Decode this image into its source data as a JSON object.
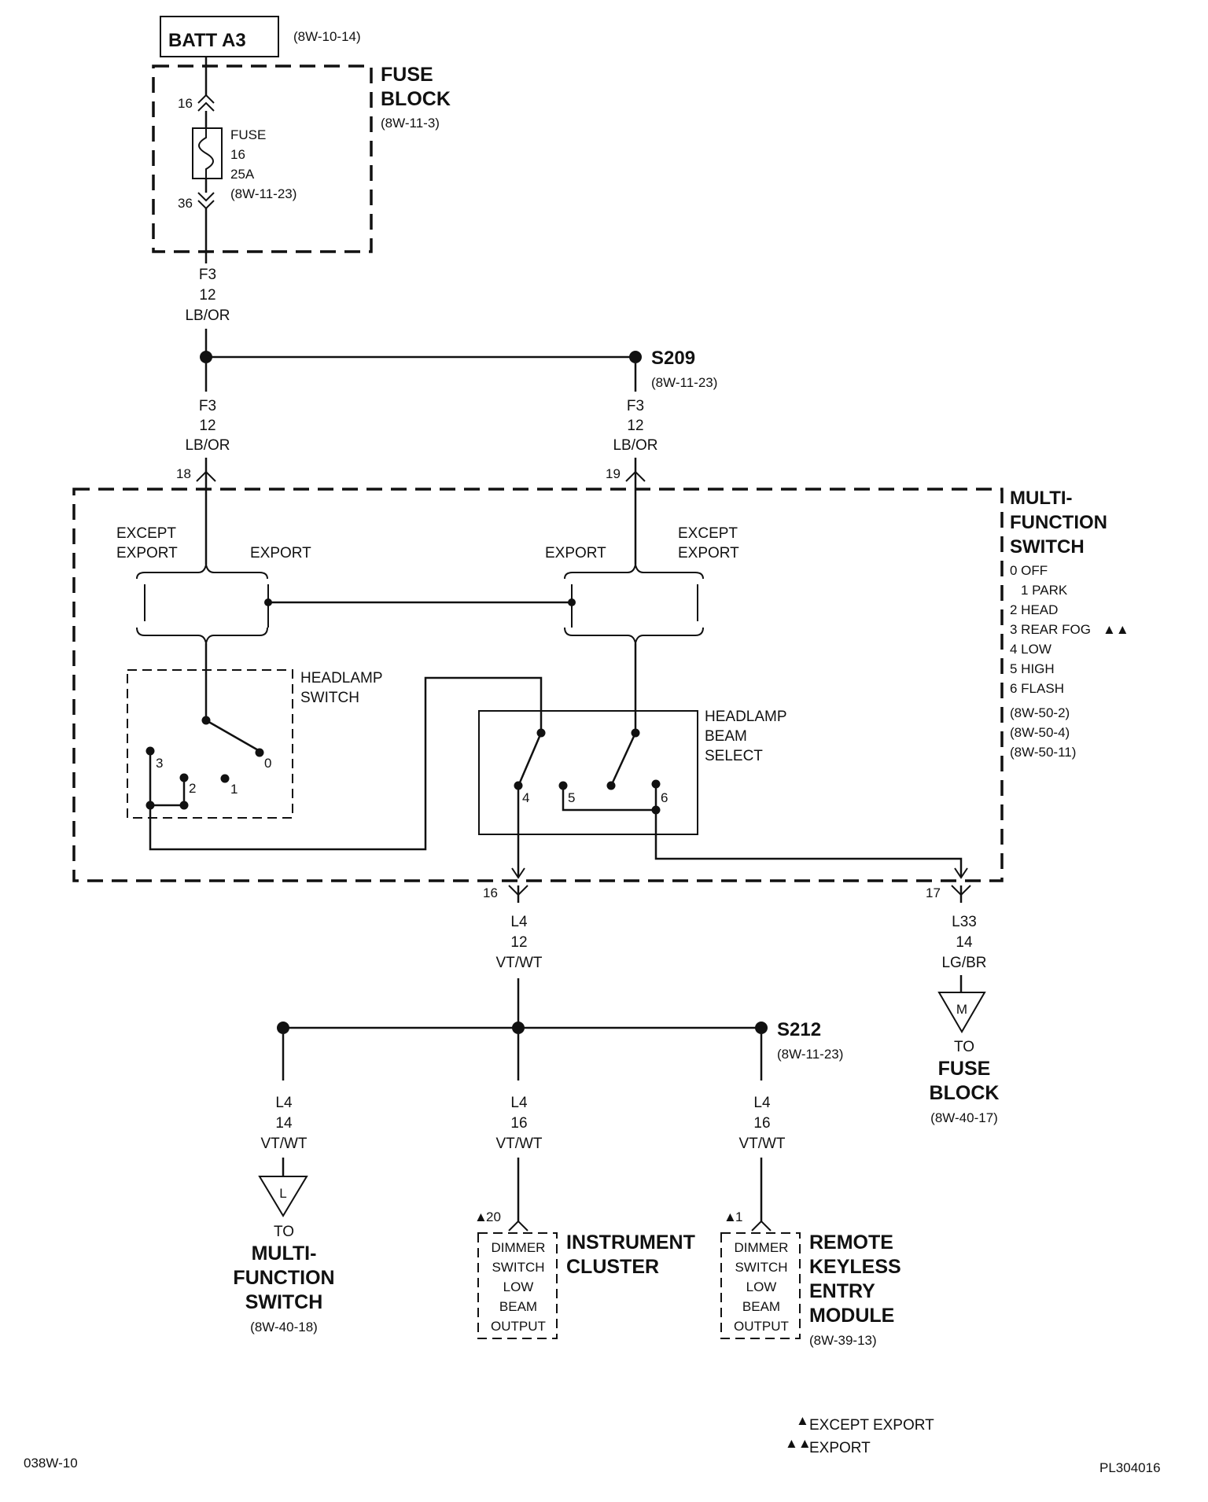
{
  "batt": {
    "label": "BATT A3",
    "ref": "(8W-10-14)"
  },
  "fuse_block": {
    "title1": "FUSE",
    "title2": "BLOCK",
    "ref": "(8W-11-3)",
    "pin_top": "16",
    "pin_bottom": "36",
    "fuse_l1": "FUSE",
    "fuse_l2": "16",
    "fuse_l3": "25A",
    "fuse_l4": "(8W-11-23)"
  },
  "wire_f3_a": {
    "circuit": "F3",
    "gauge": "12",
    "color": "LB/OR"
  },
  "splice_s209": {
    "name": "S209",
    "ref": "(8W-11-23)"
  },
  "wire_f3_left": {
    "circuit": "F3",
    "gauge": "12",
    "color": "LB/OR",
    "pin": "18"
  },
  "wire_f3_right": {
    "circuit": "F3",
    "gauge": "12",
    "color": "LB/OR",
    "pin": "19"
  },
  "mfs": {
    "title1": "MULTI-",
    "title2": "FUNCTION",
    "title3": "SWITCH",
    "positions": [
      "0 OFF",
      "1 PARK",
      "2 HEAD",
      "3 REAR FOG",
      "4 LOW",
      "5 HIGH",
      "6 FLASH"
    ],
    "export_marker": "▲▲",
    "refs": [
      "(8W-50-2)",
      "(8W-50-4)",
      "(8W-50-11)"
    ]
  },
  "options": {
    "except_export_l1": "EXCEPT",
    "except_export_l2": "EXPORT",
    "export": "EXPORT"
  },
  "headlamp_switch": {
    "label1": "HEADLAMP",
    "label2": "SWITCH",
    "c0": "0",
    "c1": "1",
    "c2": "2",
    "c3": "3"
  },
  "beam_select": {
    "label1": "HEADLAMP",
    "label2": "BEAM",
    "label3": "SELECT",
    "c4": "4",
    "c5": "5",
    "c6": "6"
  },
  "pin16": "16",
  "pin17": "17",
  "wire_l4_main": {
    "circuit": "L4",
    "gauge": "12",
    "color": "VT/WT"
  },
  "wire_l33": {
    "circuit": "L33",
    "gauge": "14",
    "color": "LG/BR"
  },
  "to_fuse_block": {
    "marker": "M",
    "to": "TO",
    "name1": "FUSE",
    "name2": "BLOCK",
    "ref": "(8W-40-17)"
  },
  "splice_s212": {
    "name": "S212",
    "ref": "(8W-11-23)"
  },
  "wire_l4_left": {
    "circuit": "L4",
    "gauge": "14",
    "color": "VT/WT"
  },
  "wire_l4_mid": {
    "circuit": "L4",
    "gauge": "16",
    "color": "VT/WT"
  },
  "wire_l4_right": {
    "circuit": "L4",
    "gauge": "16",
    "color": "VT/WT"
  },
  "to_mfs": {
    "marker": "L",
    "to": "TO",
    "name1": "MULTI-",
    "name2": "FUNCTION",
    "name3": "SWITCH",
    "ref": "(8W-40-18)"
  },
  "cluster": {
    "pin": "20",
    "marker": "▲",
    "box": [
      "DIMMER",
      "SWITCH",
      "LOW",
      "BEAM",
      "OUTPUT"
    ],
    "name1": "INSTRUMENT",
    "name2": "CLUSTER"
  },
  "keyless": {
    "pin": "1",
    "marker": "▲",
    "box": [
      "DIMMER",
      "SWITCH",
      "LOW",
      "BEAM",
      "OUTPUT"
    ],
    "name1": "REMOTE",
    "name2": "KEYLESS",
    "name3": "ENTRY",
    "name4": "MODULE",
    "ref": "(8W-39-13)"
  },
  "legend": {
    "except_marker": "▲",
    "except_text": "EXCEPT EXPORT",
    "export_marker": "▲▲",
    "export_text": "EXPORT"
  },
  "footer": {
    "left": "038W-10",
    "right": "PL304016"
  }
}
